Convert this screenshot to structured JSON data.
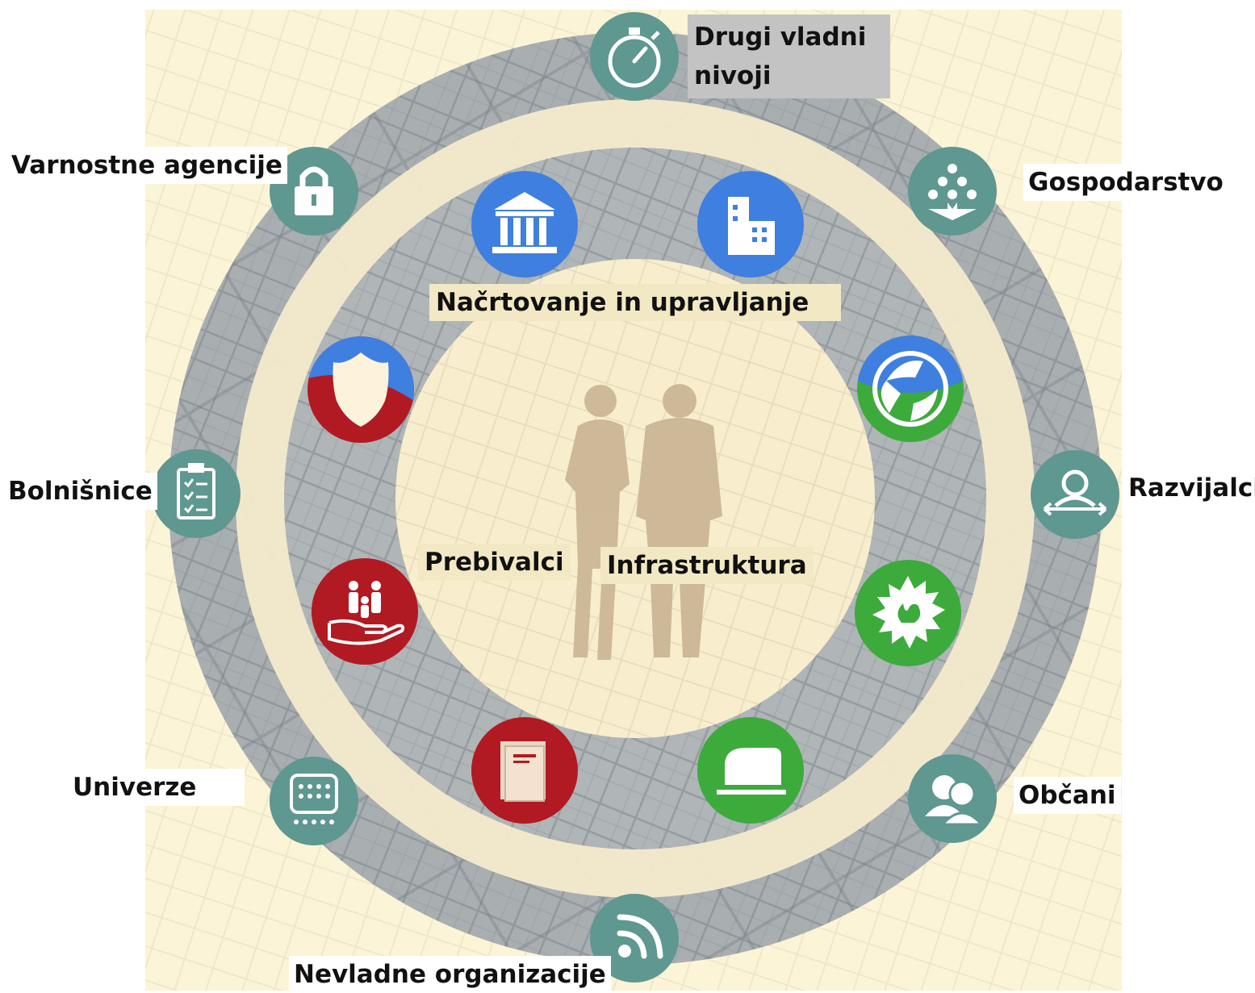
{
  "center": {
    "top_label": "Načrtovanje in upravljanje",
    "left_label": "Prebivalci",
    "right_label": "Infrastruktura",
    "figures_icon": "two-people-silhouette"
  },
  "outer_stakeholders": [
    {
      "label": "Drugi vladni nivoji",
      "icon": "stopwatch-icon"
    },
    {
      "label": "Gospodarstvo",
      "icon": "network-icon"
    },
    {
      "label": "Razvijalci",
      "icon": "person-arrows-icon"
    },
    {
      "label": "Občani",
      "icon": "people-icon"
    },
    {
      "label": "Nevladne organizacije",
      "icon": "rss-icon"
    },
    {
      "label": "Univerze",
      "icon": "keyboard-icon"
    },
    {
      "label": "Bolnišnice",
      "icon": "clipboard-icon"
    },
    {
      "label": "Varnostne agencije",
      "icon": "padlock-icon"
    }
  ],
  "inner_icons": [
    {
      "icon": "government-building-icon",
      "color": "#3f7fdf"
    },
    {
      "icon": "office-building-icon",
      "color": "#3f7fdf"
    },
    {
      "icon": "recycle-icon",
      "color": "#3cab3c"
    },
    {
      "icon": "fire-icon",
      "color": "#3cab3c"
    },
    {
      "icon": "toaster-icon",
      "color": "#3cab3c"
    },
    {
      "icon": "book-icon",
      "color": "#b11a23"
    },
    {
      "icon": "family-care-icon",
      "color": "#b11a23"
    },
    {
      "icon": "police-shield-icon",
      "color": "#b11a23"
    }
  ],
  "colors": {
    "teal": "#5f9791",
    "blue": "#3f7fdf",
    "green": "#3cab3c",
    "red": "#b11a23",
    "cream": "#fbf4d6",
    "ring_grey": "#a9aeb1"
  }
}
